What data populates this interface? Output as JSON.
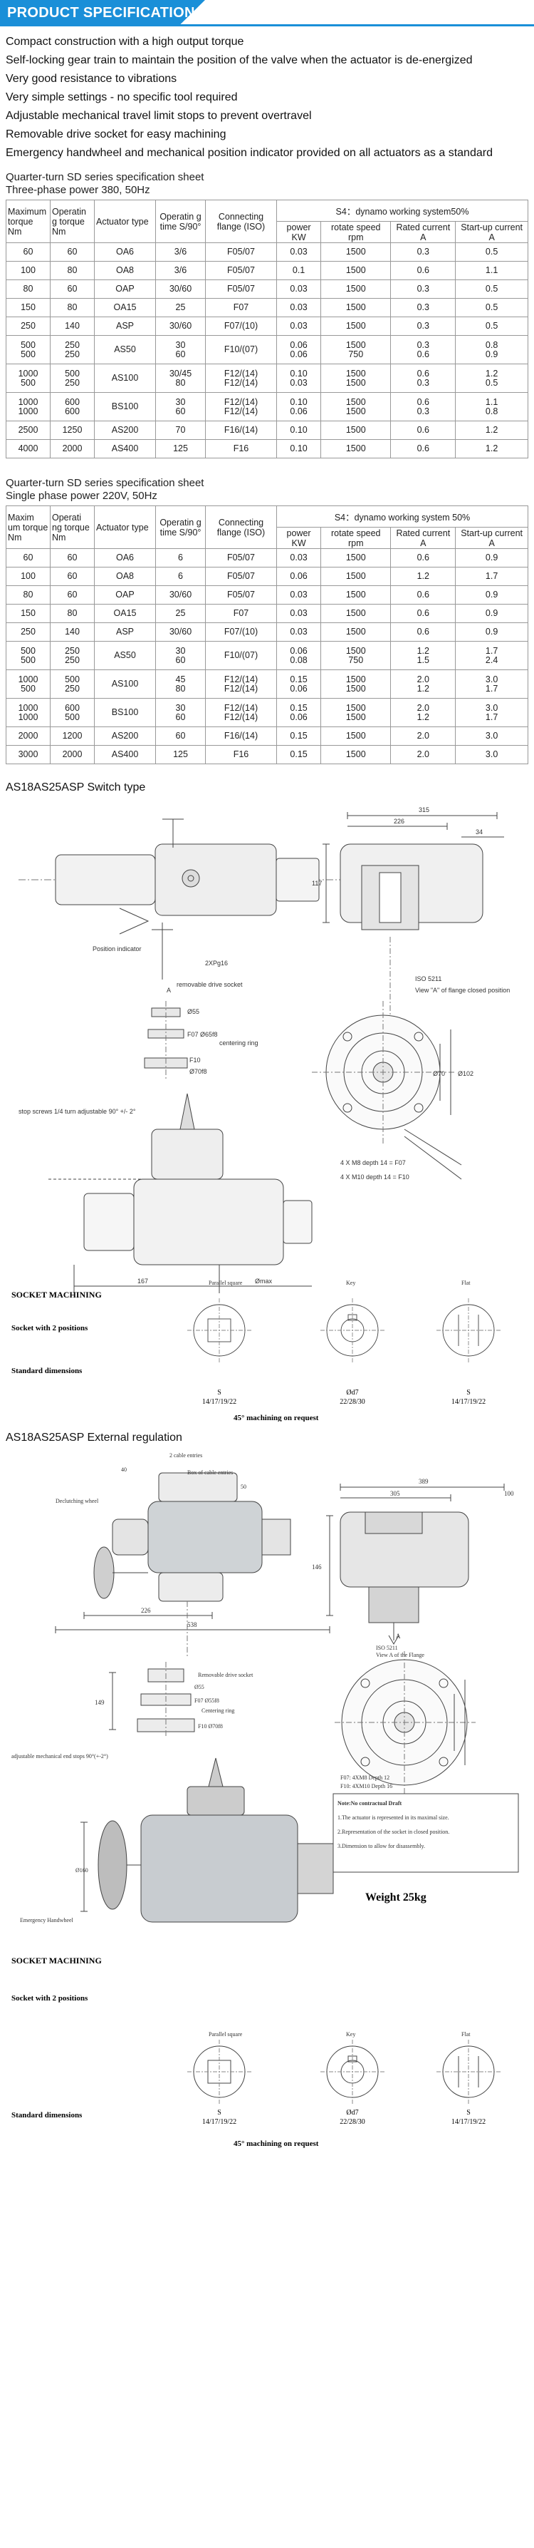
{
  "header": {
    "title": "PRODUCT SPECIFICATION",
    "color": "#1a8fd8"
  },
  "features": [
    "Compact construction with a high output torque",
    "Self-locking gear train to maintain the position of the valve when the actuator is de-energized",
    "Very good resistance to vibrations",
    "Very simple settings - no specific tool required",
    "Adjustable mechanical travel limit stops to prevent overtravel",
    "Removable drive socket for easy machining",
    "Emergency handwheel and mechanical position indicator provided on all actuators as a standard"
  ],
  "table1": {
    "title": "Quarter-turn SD series specification sheet",
    "subtitle": "Three-phase power  380,  50Hz",
    "col_max": "Maximum torque Nm",
    "col_op": "Operatin g torque Nm",
    "col_type": "Actuator type",
    "col_time": "Operatin g time S/90°",
    "col_flange": "Connecting flange (ISO)",
    "s4": "S4：dynamo working system50%",
    "col_power": "power KW",
    "col_speed": "rotate speed rpm",
    "col_current": "Rated current A",
    "col_start": "Start-up current A",
    "rows": [
      {
        "max": "60",
        "op": "60",
        "type": "OA6",
        "time": "3/6",
        "flange": "F05/07",
        "power": "0.03",
        "speed": "1500",
        "cur": "0.3",
        "start": "0.5"
      },
      {
        "max": "100",
        "op": "80",
        "type": "OA8",
        "time": "3/6",
        "flange": "F05/07",
        "power": "0.1",
        "speed": "1500",
        "cur": "0.6",
        "start": "1.1"
      },
      {
        "max": "80",
        "op": "60",
        "type": "OAP",
        "time": "30/60",
        "flange": "F05/07",
        "power": "0.03",
        "speed": "1500",
        "cur": "0.3",
        "start": "0.5"
      },
      {
        "max": "150",
        "op": "80",
        "type": "OA15",
        "time": "25",
        "flange": "F07",
        "power": "0.03",
        "speed": "1500",
        "cur": "0.3",
        "start": "0.5"
      },
      {
        "max": "250",
        "op": "140",
        "type": "ASP",
        "time": "30/60",
        "flange": "F07/(10)",
        "power": "0.03",
        "speed": "1500",
        "cur": "0.3",
        "start": "0.5"
      },
      {
        "max": "500\n500",
        "op": "250\n250",
        "type": "AS50",
        "time": "30\n60",
        "flange": "F10/(07)",
        "power": "0.06\n0.06",
        "speed": "1500\n750",
        "cur": "0.3\n0.6",
        "start": "0.8\n0.9"
      },
      {
        "max": "1000\n500",
        "op": "500\n250",
        "type": "AS100",
        "time": "30/45\n80",
        "flange": "F12/(14)\nF12/(14)",
        "power": "0.10\n0.03",
        "speed": "1500\n1500",
        "cur": "0.6\n0.3",
        "start": "1.2\n0.5"
      },
      {
        "max": "1000\n1000",
        "op": "600\n600",
        "type": "BS100",
        "time": "30\n60",
        "flange": "F12/(14)\nF12/(14)",
        "power": "0.10\n0.06",
        "speed": "1500\n1500",
        "cur": "0.6\n0.3",
        "start": "1.1\n0.8"
      },
      {
        "max": "2500",
        "op": "1250",
        "type": "AS200",
        "time": "70",
        "flange": "F16/(14)",
        "power": "0.10",
        "speed": "1500",
        "cur": "0.6",
        "start": "1.2"
      },
      {
        "max": "4000",
        "op": "2000",
        "type": "AS400",
        "time": "125",
        "flange": "F16",
        "power": "0.10",
        "speed": "1500",
        "cur": "0.6",
        "start": "1.2"
      }
    ]
  },
  "table2": {
    "title": "Quarter-turn SD series specification sheet",
    "subtitle": "Single phase power  220V,  50Hz",
    "col_max": "Maxim um torque Nm",
    "col_op": "Operati ng torque Nm",
    "col_type": "Actuator type",
    "col_time": "Operatin g time S/90°",
    "col_flange": "Connecting flange (ISO)",
    "s4": "S4：dynamo working system 50%",
    "col_power": "power KW",
    "col_speed": "rotate speed rpm",
    "col_current": "Rated current A",
    "col_start": "Start-up current A",
    "rows": [
      {
        "max": "60",
        "op": "60",
        "type": "OA6",
        "time": "6",
        "flange": "F05/07",
        "power": "0.03",
        "speed": "1500",
        "cur": "0.6",
        "start": "0.9"
      },
      {
        "max": "100",
        "op": "60",
        "type": "OA8",
        "time": "6",
        "flange": "F05/07",
        "power": "0.06",
        "speed": "1500",
        "cur": "1.2",
        "start": "1.7"
      },
      {
        "max": "80",
        "op": "60",
        "type": "OAP",
        "time": "30/60",
        "flange": "F05/07",
        "power": "0.03",
        "speed": "1500",
        "cur": "0.6",
        "start": "0.9"
      },
      {
        "max": "150",
        "op": "80",
        "type": "OA15",
        "time": "25",
        "flange": "F07",
        "power": "0.03",
        "speed": "1500",
        "cur": "0.6",
        "start": "0.9"
      },
      {
        "max": "250",
        "op": "140",
        "type": "ASP",
        "time": "30/60",
        "flange": "F07/(10)",
        "power": "0.03",
        "speed": "1500",
        "cur": "0.6",
        "start": "0.9"
      },
      {
        "max": "500\n500",
        "op": "250\n250",
        "type": "AS50",
        "time": "30\n60",
        "flange": "F10/(07)",
        "power": "0.06\n0.08",
        "speed": "1500\n750",
        "cur": "1.2\n1.5",
        "start": "1.7\n2.4"
      },
      {
        "max": "1000\n500",
        "op": "500\n250",
        "type": "AS100",
        "time": "45\n80",
        "flange": "F12/(14)\nF12/(14)",
        "power": "0.15\n0.06",
        "speed": "1500\n1500",
        "cur": "2.0\n1.2",
        "start": "3.0\n1.7"
      },
      {
        "max": "1000\n1000",
        "op": "600\n500",
        "type": "BS100",
        "time": "30\n60",
        "flange": "F12/(14)\nF12/(14)",
        "power": "0.15\n0.06",
        "speed": "1500\n1500",
        "cur": "2.0\n1.2",
        "start": "3.0\n1.7"
      },
      {
        "max": "2000",
        "op": "1200",
        "type": "AS200",
        "time": "60",
        "flange": "F16/(14)",
        "power": "0.15",
        "speed": "1500",
        "cur": "2.0",
        "start": "3.0"
      },
      {
        "max": "3000",
        "op": "2000",
        "type": "AS400",
        "time": "125",
        "flange": "F16",
        "power": "0.15",
        "speed": "1500",
        "cur": "2.0",
        "start": "3.0"
      }
    ]
  },
  "drawing1": {
    "title": "AS18AS25ASP Switch type",
    "labels": {
      "position": "Position indicator",
      "pg": "2XPg16",
      "removable": "removable drive socket",
      "d55": "Ø55",
      "f07": "F07 Ø65f8",
      "centering": "centering ring",
      "f10": "F10",
      "d70": "Ø70f8",
      "stop": "stop screws 1/4 turn adjustable 90° +/- 2°",
      "iso": "ISO 5211",
      "view": "View \"A\" of flange closed position",
      "m8": "4 X M8 depth 14 = F07",
      "m10": "4 X M10 depth 14 = F10",
      "d102": "Ø102",
      "d70b": "Ø70",
      "d315": "315",
      "d226": "226",
      "d34": "34",
      "d117": "117",
      "d167": "167",
      "max": "Ømax",
      "a": "A"
    },
    "socket": {
      "title": "SOCKET MACHINING",
      "two": "Socket with 2 positions",
      "std": "Standard dimensions",
      "h1": "Parallel square",
      "h2": "Key",
      "h3": "Flat",
      "s1": "S",
      "v1": "14/17/19/22",
      "s2": "Ød7",
      "v2": "22/28/30",
      "s3": "S",
      "v3": "14/17/19/22",
      "note": "45° machining on request"
    }
  },
  "drawing2": {
    "title": "AS18AS25ASP External regulation",
    "labels": {
      "cable": "2 cable entries",
      "box": "Box of cable entries",
      "declutch": "Declutching wheel",
      "d40": "40",
      "d50": "50",
      "d226": "226",
      "d538": "538",
      "d389": "389",
      "d305": "305",
      "d100": "100",
      "d146": "146",
      "d149": "149",
      "removable": "Removable drive socket",
      "d55": "Ø55",
      "f07": "F07 Ø55f8",
      "centering": "Centering ring",
      "f10": "F10 Ø70f8",
      "adjust": "adjustable mechanical end stops 90°(+-2°)",
      "emergency": "Emergency Handwheel",
      "d160": "Ø160",
      "iso": "ISO 5211",
      "view": "View A of the Flange",
      "depth12": "F07: 4XM8 Depth 12",
      "depth16": "F10: 4XM10 Depth 16",
      "notes_title": "Note:No contractual Draft",
      "note1": "1.The actuator is represented in its maximal size.",
      "note2": "2.Representation of the socket in closed position.",
      "note3": "3.Dimension to allow for disassembly.",
      "weight": "Weight  25kg",
      "a": "A"
    },
    "socket": {
      "title": "SOCKET MACHINING",
      "two": "Socket with 2 positions",
      "std": "Standard dimensions",
      "h1": "Parallel square",
      "h2": "Key",
      "h3": "Flat",
      "s1": "S",
      "v1": "14/17/19/22",
      "s2": "Ød7",
      "v2": "22/28/30",
      "s3": "S",
      "v3": "14/17/19/22",
      "note": "45° machining on request"
    }
  }
}
